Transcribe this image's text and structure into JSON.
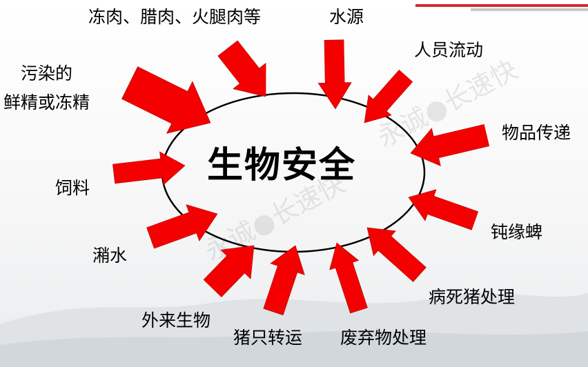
{
  "center_title": "生物安全",
  "watermark": "永诚●长速快",
  "labels": {
    "frozen_meat": "冻肉、腊肉、火腿肉等",
    "water": "水源",
    "people": "人员流动",
    "semen_line1": "污染的",
    "semen_line2": "鲜精或冻精",
    "goods": "物品传递",
    "feed": "饲料",
    "ticks_mosquitoes": "钝缘蜱",
    "swill": "潲水",
    "dead_pigs": "病死猪处理",
    "foreign_organisms": "外来生物",
    "pig_transport": "猪只转运",
    "waste": "废弃物处理"
  },
  "colors": {
    "arrow": "#f40000",
    "stripe_red": "#d42a2a"
  }
}
